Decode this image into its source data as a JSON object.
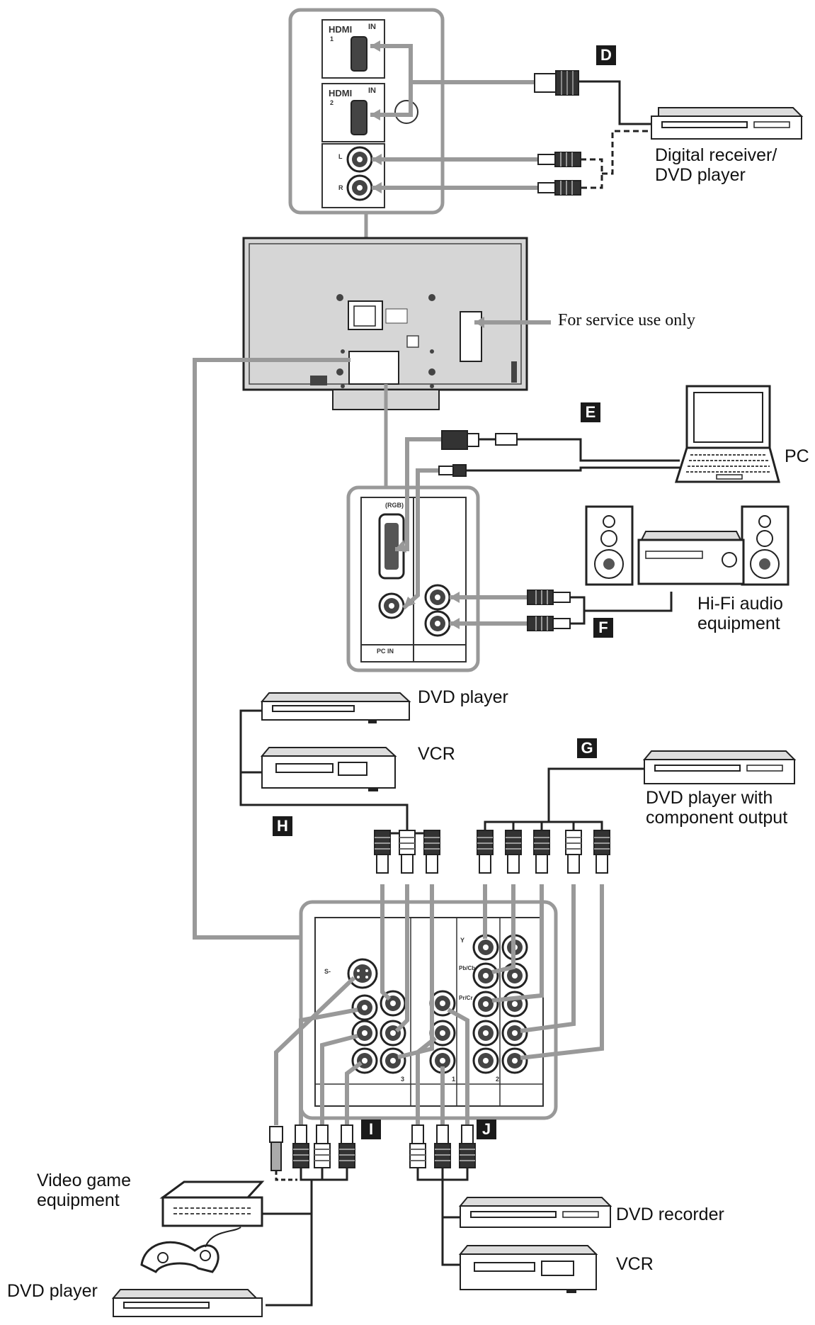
{
  "hdmi_panel": {
    "hdmi_logo": "HDMI",
    "in1": "IN",
    "in1_num": "1",
    "in2": "IN",
    "in2_num": "2",
    "audio_l": "L",
    "audio_r": "R"
  },
  "tv": {
    "service_label": "For service use only"
  },
  "pc_panel": {
    "rgb_label": "(RGB)",
    "pc_in_label": "PC IN"
  },
  "av_panel": {
    "s_video": "S-",
    "y": "Y",
    "pb": "Pb/Cb",
    "pr": "Pr/Cr",
    "group3": "3",
    "group1": "1",
    "group2": "2"
  },
  "markers": {
    "d": "D",
    "e": "E",
    "f": "F",
    "g": "G",
    "h": "H",
    "i": "I",
    "j": "J"
  },
  "devices": {
    "digital_receiver_line1": "Digital receiver/",
    "digital_receiver_line2": "DVD player",
    "pc": "PC",
    "hifi_line1": "Hi-Fi audio",
    "hifi_line2": "equipment",
    "dvd_player_top": "DVD player",
    "vcr_top": "VCR",
    "dvd_component_line1": "DVD player with",
    "dvd_component_line2": "component output",
    "video_game_line1": "Video game",
    "video_game_line2": "equipment",
    "dvd_player_bottom": "DVD player",
    "dvd_recorder": "DVD recorder",
    "vcr_bottom": "VCR"
  }
}
